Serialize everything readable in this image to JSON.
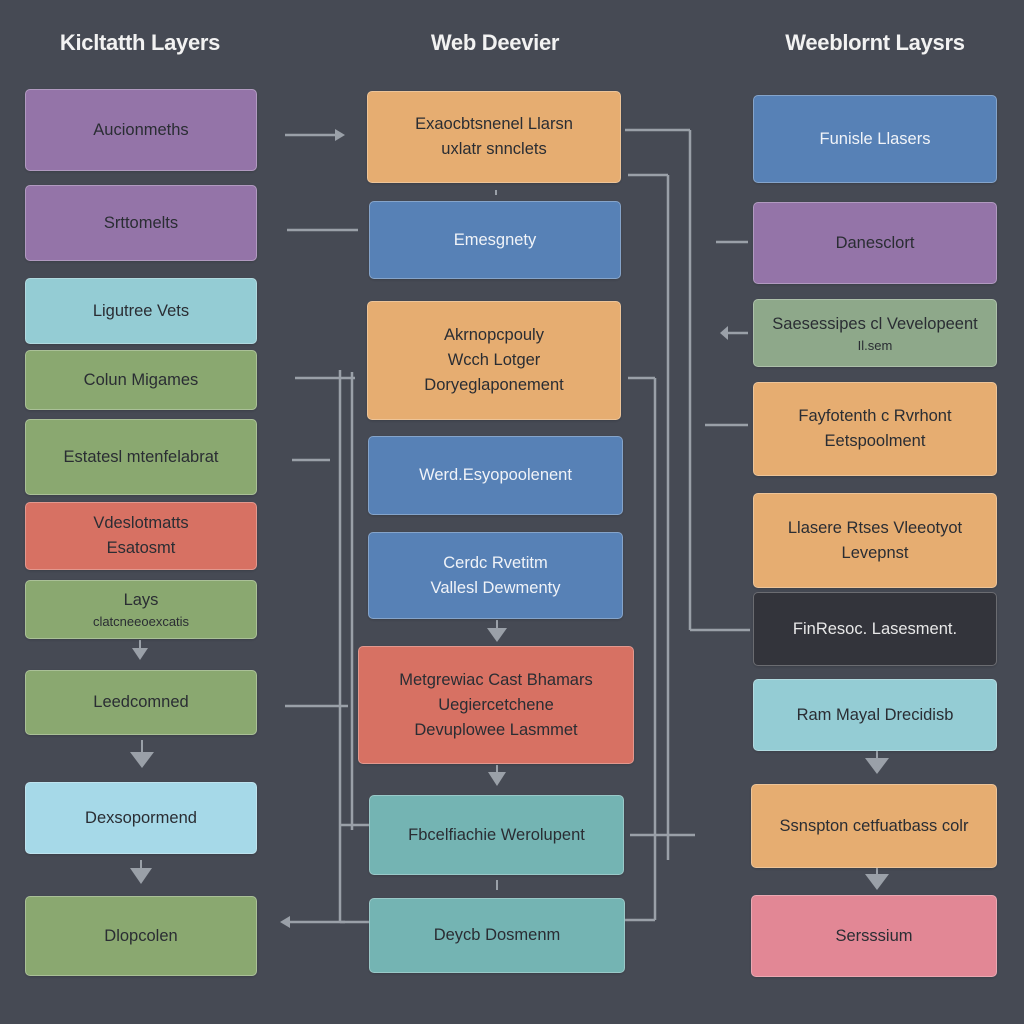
{
  "titles": {
    "left": "Kicltatth Layers",
    "center": "Web Deevier",
    "right": "Weeblornt Laysrs"
  },
  "left_column": [
    {
      "lines": [
        "Aucionmeths"
      ],
      "color": "#9474a8"
    },
    {
      "lines": [
        "Srttomelts"
      ],
      "color": "#9474a8"
    },
    {
      "lines": [
        "Ligutree Vets"
      ],
      "color": "#94ccd4"
    },
    {
      "lines": [
        "Colun Migames"
      ],
      "color": "#8aa870"
    },
    {
      "lines": [
        "Estatesl mtenfelabrat"
      ],
      "color": "#8aa870"
    },
    {
      "lines": [
        "Vdeslotmatts",
        "Esatosmt"
      ],
      "color": "#d77163"
    },
    {
      "lines": [
        "Lays",
        "clatcneeoexcatis"
      ],
      "color": "#8aa870"
    },
    {
      "lines": [
        "Leedcomned"
      ],
      "color": "#8aa870"
    },
    {
      "lines": [
        "Dexsopormend"
      ],
      "color": "#a6d9e8"
    },
    {
      "lines": [
        "Dlopcolen"
      ],
      "color": "#8aa870"
    }
  ],
  "center_column": [
    {
      "lines": [
        "Exaocbtsnenel Llarsn",
        "uxlatr snnclets"
      ],
      "color": "#e6ad71"
    },
    {
      "lines": [
        "Emesgnety"
      ],
      "color": "#5781b6"
    },
    {
      "lines": [
        "Akrnopcpouly",
        "Wcch Lotger",
        "Doryeglaponement"
      ],
      "color": "#e6ad71"
    },
    {
      "lines": [
        "Werd.Esyopoolenent"
      ],
      "color": "#5781b6"
    },
    {
      "lines": [
        "Cerdc Rvetitm",
        "Vallesl Dewmenty"
      ],
      "color": "#5781b6"
    },
    {
      "lines": [
        "Metgrewiac Cast Bhamars",
        "Uegiercetchene",
        "Devuplowee Lasmmet"
      ],
      "color": "#d77163"
    },
    {
      "lines": [
        "Fbcelfiachie Werolupent"
      ],
      "color": "#74b4b3"
    },
    {
      "lines": [
        "Deycb Dosmenm"
      ],
      "color": "#74b4b3"
    }
  ],
  "right_column": [
    {
      "lines": [
        "Funisle Llasers"
      ],
      "color": "#5781b6"
    },
    {
      "lines": [
        "Danesclort"
      ],
      "color": "#9474a8"
    },
    {
      "lines": [
        "Saesessipes  cl Vevelopeent",
        "Il.sem"
      ],
      "color": "#8ea88a"
    },
    {
      "lines": [
        "Fayfotenth c Rvrhont",
        "Eetspoolment"
      ],
      "color": "#e6ad71"
    },
    {
      "lines": [
        "Llasere Rtses Vleeotyot",
        "Levepnst"
      ],
      "color": "#e6ad71"
    },
    {
      "lines": [
        "FinResoc. Lasesment."
      ],
      "color": "#33343b"
    },
    {
      "lines": [
        "Ram Mayal Drecidisb"
      ],
      "color": "#94ccd4"
    },
    {
      "lines": [
        "Ssnspton cetfuatbass colr"
      ],
      "color": "#e6ad71"
    },
    {
      "lines": [
        "Sersssium"
      ],
      "color": "#e28795"
    }
  ]
}
